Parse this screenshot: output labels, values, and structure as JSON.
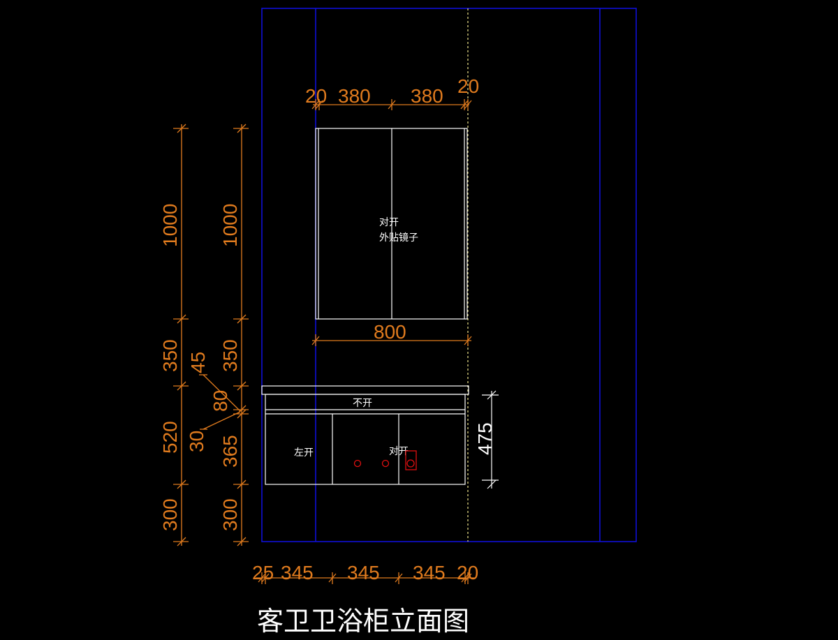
{
  "title": "客卫卫浴柜立面图",
  "colors": {
    "background": "#000000",
    "dimension": "#e07b1e",
    "outline": "#ffffff",
    "wall": "#1010d8",
    "centerline": "#f0e68c",
    "fixture": "#e01010"
  },
  "mirror_cabinet": {
    "label_line1": "对开",
    "label_line2": "外贴镜子",
    "dims_top": [
      "20",
      "380",
      "380",
      "20"
    ],
    "width": "800"
  },
  "vanity": {
    "drawer_label": "不开",
    "left_door_label": "左开",
    "double_door_label": "对开",
    "height_right": "475",
    "dims_bottom": [
      "25",
      "345",
      "345",
      "345",
      "20"
    ]
  },
  "left_dims": {
    "outer": [
      "1000",
      "350",
      "520",
      "300"
    ],
    "inner": [
      "1000",
      "350",
      "80",
      "365",
      "300"
    ],
    "leaders": [
      "45",
      "30"
    ]
  }
}
